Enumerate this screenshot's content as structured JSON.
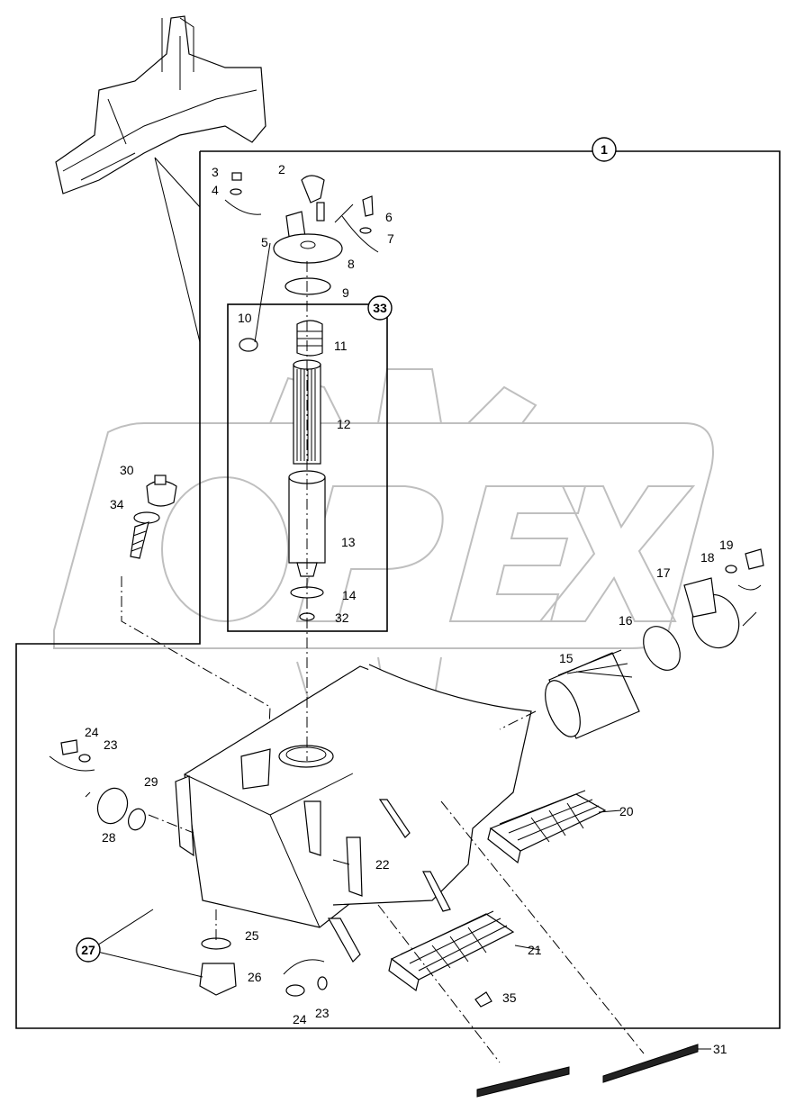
{
  "diagram": {
    "watermark": "OPEX",
    "callouts": [
      {
        "id": "c1",
        "text": "1"
      },
      {
        "id": "c27",
        "text": "27"
      },
      {
        "id": "c33",
        "text": "33"
      }
    ],
    "labels": [
      {
        "id": "l2",
        "text": "2"
      },
      {
        "id": "l3",
        "text": "3"
      },
      {
        "id": "l4",
        "text": "4"
      },
      {
        "id": "l5",
        "text": "5"
      },
      {
        "id": "l6",
        "text": "6"
      },
      {
        "id": "l7",
        "text": "7"
      },
      {
        "id": "l8",
        "text": "8"
      },
      {
        "id": "l9",
        "text": "9"
      },
      {
        "id": "l10",
        "text": "10"
      },
      {
        "id": "l11",
        "text": "11"
      },
      {
        "id": "l12",
        "text": "12"
      },
      {
        "id": "l13",
        "text": "13"
      },
      {
        "id": "l14",
        "text": "14"
      },
      {
        "id": "l32",
        "text": "32"
      },
      {
        "id": "l30",
        "text": "30"
      },
      {
        "id": "l34",
        "text": "34"
      },
      {
        "id": "l15",
        "text": "15"
      },
      {
        "id": "l16",
        "text": "16"
      },
      {
        "id": "l17",
        "text": "17"
      },
      {
        "id": "l18",
        "text": "18"
      },
      {
        "id": "l19",
        "text": "19"
      },
      {
        "id": "l20",
        "text": "20"
      },
      {
        "id": "l21",
        "text": "21"
      },
      {
        "id": "l22",
        "text": "22"
      },
      {
        "id": "l23a",
        "text": "23"
      },
      {
        "id": "l24a",
        "text": "24"
      },
      {
        "id": "l28",
        "text": "28"
      },
      {
        "id": "l29",
        "text": "29"
      },
      {
        "id": "l25",
        "text": "25"
      },
      {
        "id": "l26",
        "text": "26"
      },
      {
        "id": "l24b",
        "text": "24"
      },
      {
        "id": "l23b",
        "text": "23"
      },
      {
        "id": "l35",
        "text": "35"
      },
      {
        "id": "l31",
        "text": "31"
      }
    ]
  }
}
